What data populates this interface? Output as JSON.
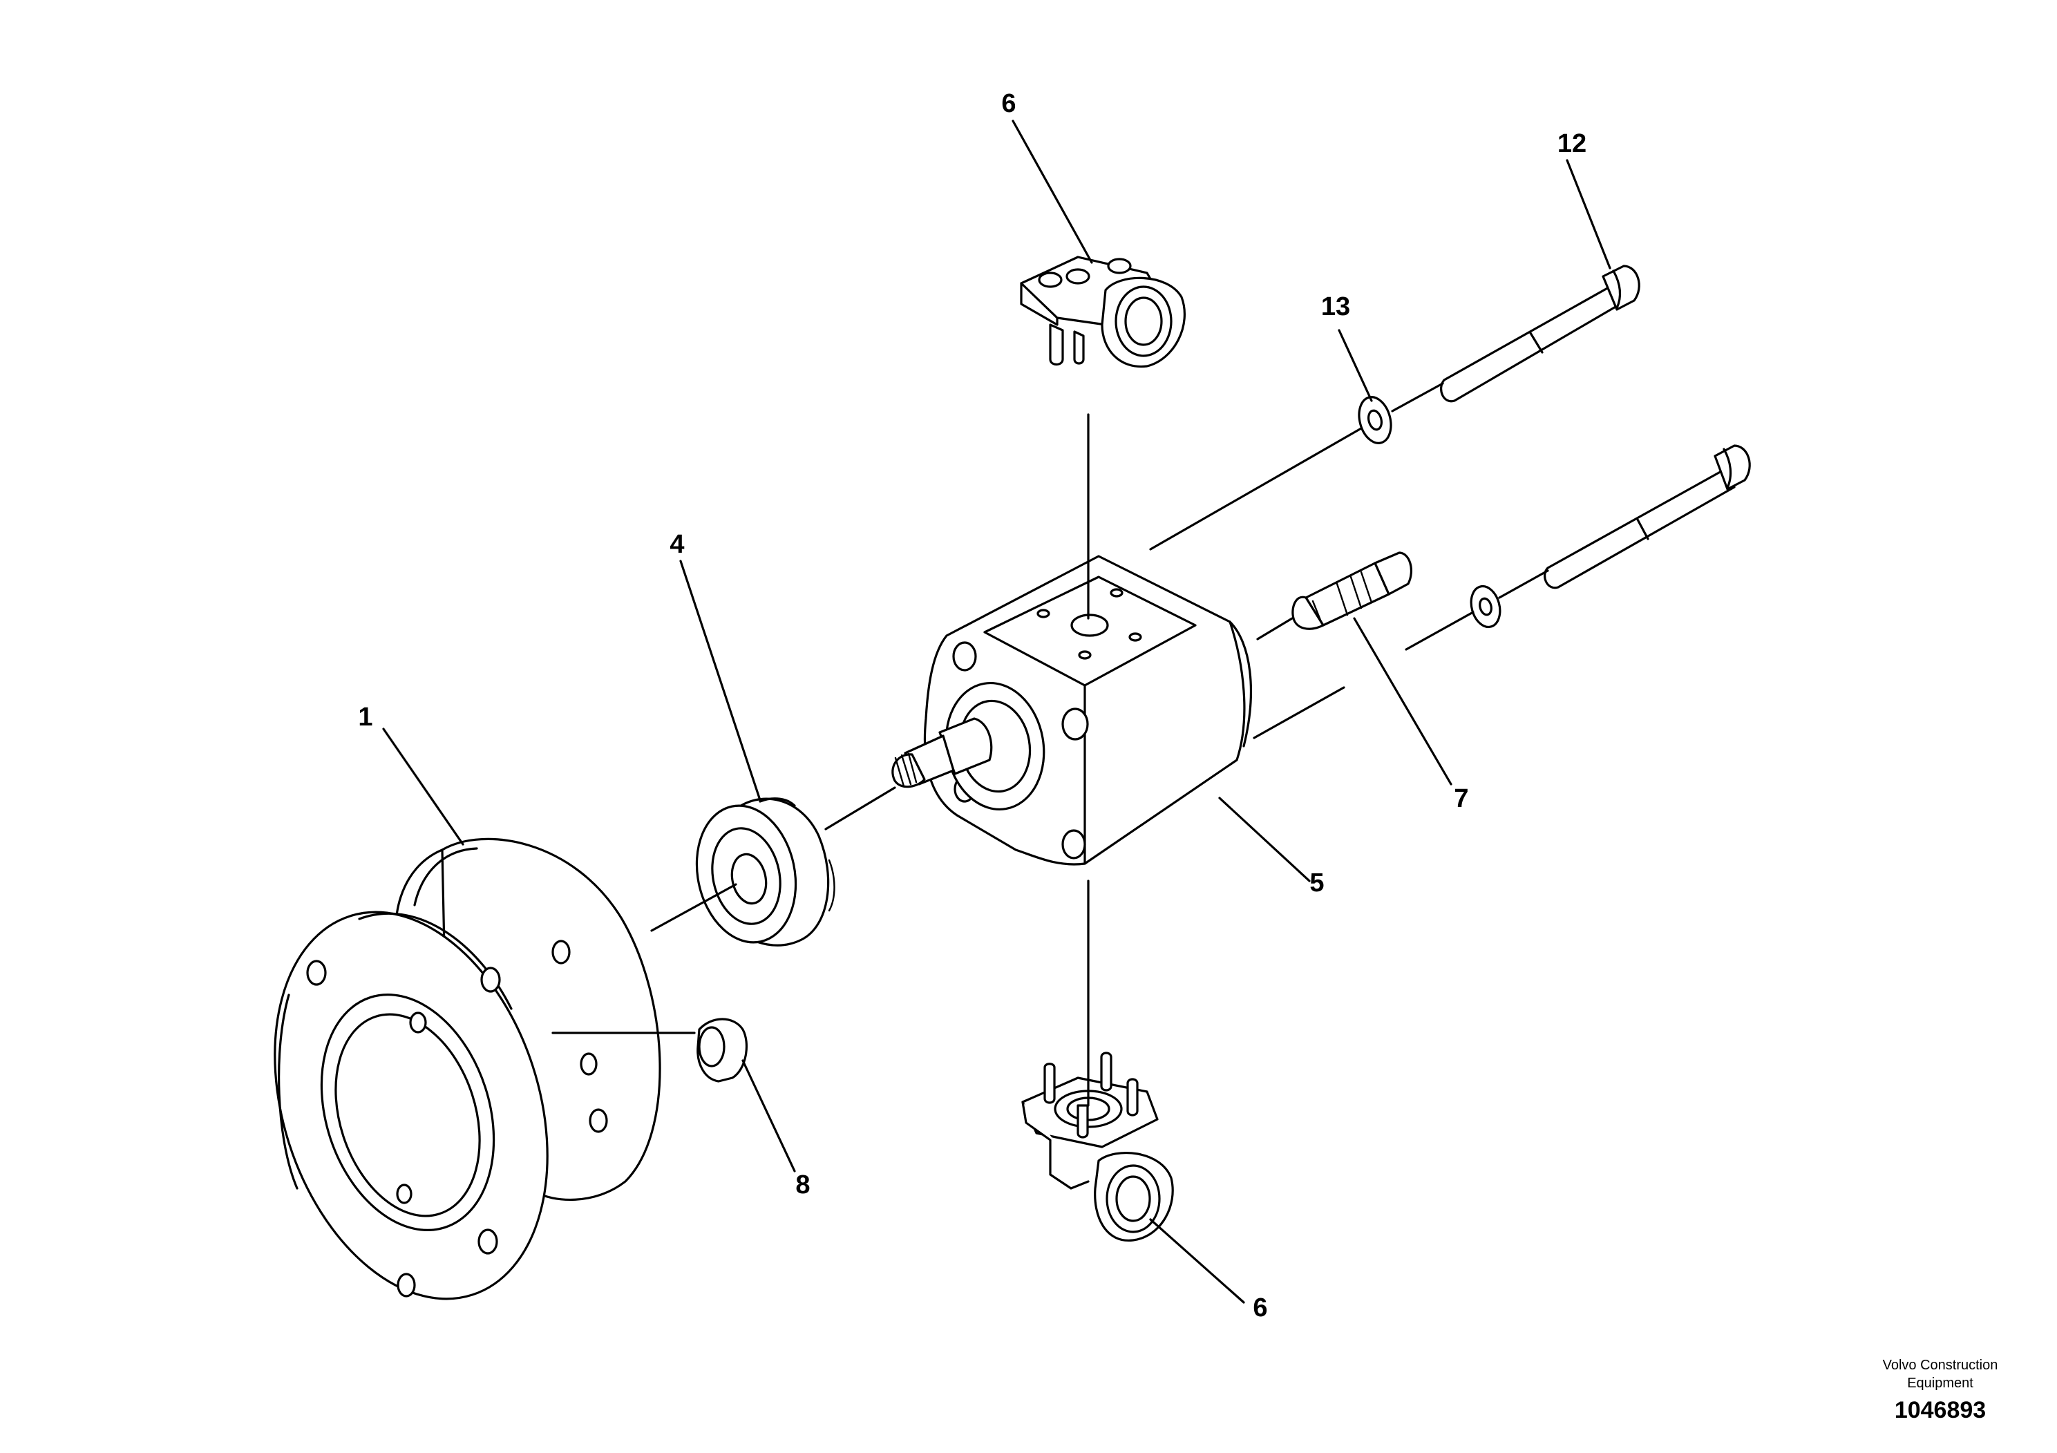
{
  "callouts": {
    "c1": "1",
    "c4": "4",
    "c5": "5",
    "c6_top": "6",
    "c6_bottom": "6",
    "c7": "7",
    "c8": "8",
    "c12": "12",
    "c13": "13"
  },
  "footer": {
    "company_line1": "Volvo Construction",
    "company_line2": "Equipment",
    "doc_number": "1046893"
  }
}
